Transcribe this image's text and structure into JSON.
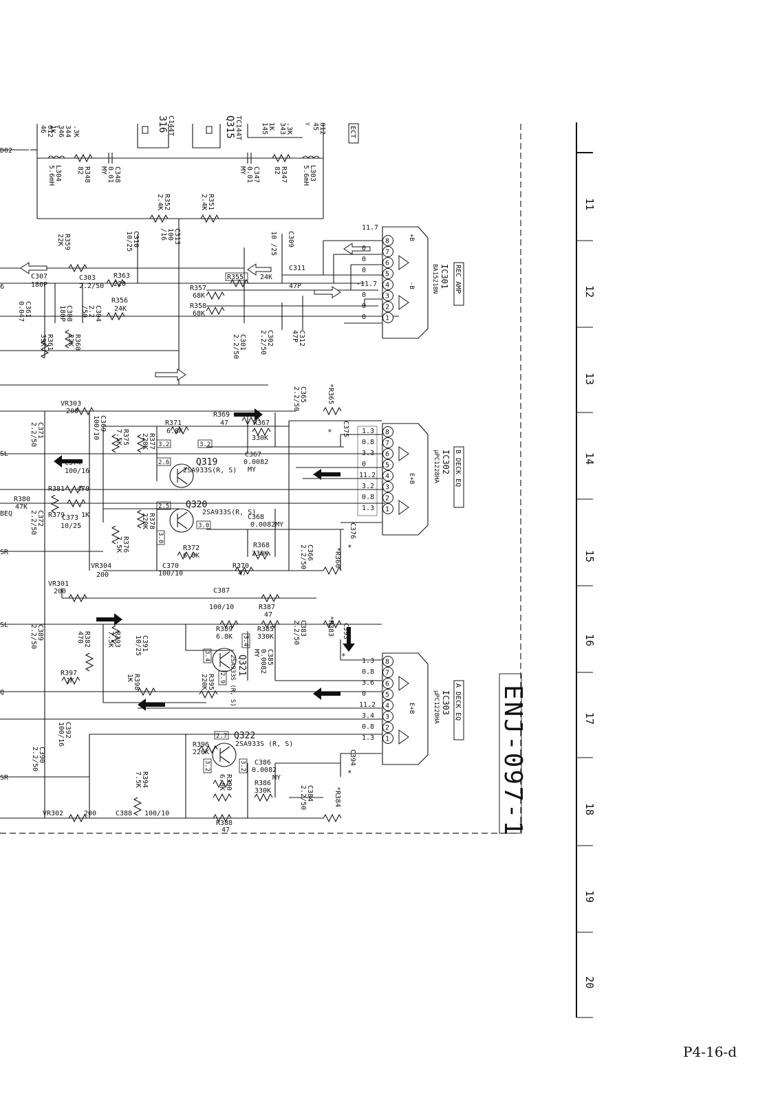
{
  "page": {
    "label": "P4-16-d",
    "board_id": "ENJ-097-1"
  },
  "grid_numbers": [
    "11",
    "12",
    "13",
    "14",
    "15",
    "16",
    "17",
    "18",
    "19",
    "20"
  ],
  "ics": [
    {
      "ref": "IC301",
      "part": "BA15218N",
      "function": "REC AMP",
      "pin_labels": [
        "+B",
        "-B"
      ],
      "pin_voltages": [
        "11.7",
        "0",
        "0",
        "0",
        "-11.7",
        "0",
        "0",
        "0"
      ]
    },
    {
      "ref": "IC302",
      "part": "µPC1228HA",
      "function": "B DECK EQ",
      "pin_labels": [
        "E+B"
      ],
      "pin_voltages": [
        "1.3",
        "0.8",
        "3.3",
        "0",
        "11.2",
        "3.2",
        "0.8",
        "1.3"
      ]
    },
    {
      "ref": "IC303",
      "part": "µPC1228HA",
      "function": "A DECK EQ",
      "pin_labels": [
        "E+B"
      ],
      "pin_voltages": [
        "1.3",
        "0.8",
        "3.6",
        "0",
        "11.2",
        "3.4",
        "0.8",
        "1.3"
      ]
    }
  ],
  "transistors": [
    {
      "ref": "Q319",
      "part": "2SA933S(R, S)",
      "v": [
        "3.2",
        "3.2",
        "2.6"
      ]
    },
    {
      "ref": "Q320",
      "part": "2SA933S(R, S)",
      "v": [
        "2.5",
        "3.0",
        "3.0"
      ]
    },
    {
      "ref": "Q321",
      "part": "2SA933S (R, S)",
      "v": [
        "3.4",
        "3.4",
        "2.9"
      ]
    },
    {
      "ref": "Q322",
      "part": "2SA933S (R, S)",
      "v": [
        "2.7",
        "3.2",
        "3.2"
      ]
    }
  ],
  "labels": {
    "top_l304": "L304",
    "top_l304_v": "5.6mH",
    "top_r348": "R348",
    "top_r348_v": "82",
    "top_c348": "C348",
    "top_c348_v": "0.01",
    "top_c348_my": "MY",
    "top_c347": "C347",
    "top_c347_v": "0.01",
    "top_c347_my": "MY",
    "top_r347": "R347",
    "top_r347_v": "82",
    "top_l303": "L303",
    "top_l303_v": "5.6mH",
    "top_r352": "R352",
    "top_r352_v": "2.4K",
    "top_r351": "R351",
    "top_r351_v": "2.4K",
    "top_316": "316",
    "top_c144t": "C144T",
    "top_q315": "Q315",
    "top_tc144t": "TC144T",
    "top_346": "346",
    "top_346_v": "1K",
    "top_344": "344",
    "top_344_v": ".3K",
    "top_46": "46",
    "top_46_v": "012",
    "top_46_y": "Y",
    "top_343": "343",
    "top_343_v": ".3K",
    "top_145": "145",
    "top_145_v": "1K",
    "top_45": "45",
    "top_45_v": "012",
    "top_45_y": "Y",
    "top_ect": "ECT",
    "top_d02": "D02",
    "c313": "C313",
    "c313_v": "100",
    "c313_v2": "/16",
    "c310": "C310",
    "c310_v": "10/25",
    "c309": "C309",
    "c309_v": "10 /25",
    "r359": "R359",
    "r359_v": "22K",
    "c307": "C307",
    "c307_v": "180P",
    "c303": "C303",
    "c303_v": "2.2/50",
    "r363": "R363",
    "r363_v": "220",
    "c311": "C311",
    "c311_v": "47P",
    "r355": "R355",
    "r355_v": "24K",
    "r357": "R357",
    "r357_v": "68K",
    "r358": "R358",
    "r358_v": "68K",
    "c361": "C361",
    "c361_v": "0.047",
    "c308": "C308",
    "c308_v": "180P",
    "c304": "C304",
    "c304_v": "2.2",
    "c304_v2": "/50",
    "r356": "R356",
    "r356_v": "24K",
    "r360": "R360",
    "r360_v": "22K",
    "r361": "R361",
    "r361_v": "39K",
    "c301": "C301",
    "c301_v": "2.2/50",
    "c302": "C302",
    "c302_v": "2.2/50",
    "c312": "C312",
    "c312_v": "47P",
    "n6": "6",
    "vr303": "VR303",
    "vr303_v": "200",
    "c369": "C369",
    "c369_v": "100/10",
    "r371": "R371",
    "r371_v": "6.8K",
    "r369": "R369",
    "r369_v": "47",
    "r367": "R367",
    "r367_v": "330K",
    "c365": "C365",
    "c365_v": "2.2/50",
    "r365": "*R365",
    "c375": "C375",
    "star": "*",
    "c371": "C371",
    "c371_v": "2.2/50",
    "r375": "R375",
    "r375_v": "7.5K",
    "r377": "R377",
    "r377_v": "220K",
    "c367": "C367",
    "c367_v": "0.0082",
    "c367_my": "MY",
    "c374": "C374",
    "c374_v": "100/16",
    "c373": "C373",
    "c373_v": "10/25",
    "r381": "R381",
    "r381_v": "470",
    "r380": "R380",
    "r380_v": "47K",
    "r379": "R379",
    "r379_v": "1K",
    "beq": "BEQ",
    "r378": "R378",
    "r378_v": "220K",
    "c368": "C368",
    "c368_v": "0.0082MY",
    "c372": "C372",
    "c372_v": "2.2/50",
    "r376": "R376",
    "r376_v": "7.5K",
    "r372": "R372",
    "r372_v": "6.8K",
    "r368": "R368",
    "r368_v": "330K",
    "c376": "C376",
    "c366": "C366",
    "c366_v": "2.2/50",
    "r366": "*R366",
    "vr304": "VR304",
    "vr304_v": "200",
    "c370": "C370",
    "c370_v": "100/10",
    "r370": "R370",
    "r370_v": "47",
    "vr301": "VR301",
    "vr301_v": "200",
    "c387": "C387",
    "c387_v": "100/10",
    "r387": "R387",
    "r387_v": "47",
    "c389": "C389",
    "c389_v": "2.2/50",
    "r382": "R382",
    "r382_v": "470",
    "r393": "R393",
    "r393_v": "7.5K",
    "c391": "C391",
    "c391_v": "10/25",
    "r389": "R389",
    "r389_v": "6.8K",
    "r385": "R385",
    "r385_v": "330K",
    "c383": "C383",
    "c383_v": "2.2/50",
    "r383": "*R383",
    "c393": "C393",
    "c385": "C385",
    "c385_v": "0.0082",
    "c385_my": "MY",
    "r395": "R395",
    "r395_v": "220K",
    "r397": "R397",
    "r397_v": "1K",
    "r398": "R398",
    "r398_v": "1K",
    "c392": "C392",
    "c392_v": "100/16",
    "c390": "C390",
    "c390_v": "2.2/50",
    "r396": "R396",
    "r396_v": "220K",
    "c386": "C386",
    "c386_v": "0.0082",
    "c386_my": "MY",
    "r394": "R394",
    "r394_v": "7.5K",
    "r390": "R390",
    "r390_v": "6.8K",
    "r386": "R386",
    "r386_v": "330K",
    "c384": "C384",
    "c384_v": "2.2/50",
    "r384": "*R384",
    "c394": "C394",
    "vr302": "VR302",
    "vr302_v": "200",
    "c388": "C388",
    "c388_v": "100/10",
    "r388": "R388",
    "r388_v": "47",
    "edge_sl": "SL",
    "edge_sr": "SR",
    "edge_q": "Q"
  }
}
